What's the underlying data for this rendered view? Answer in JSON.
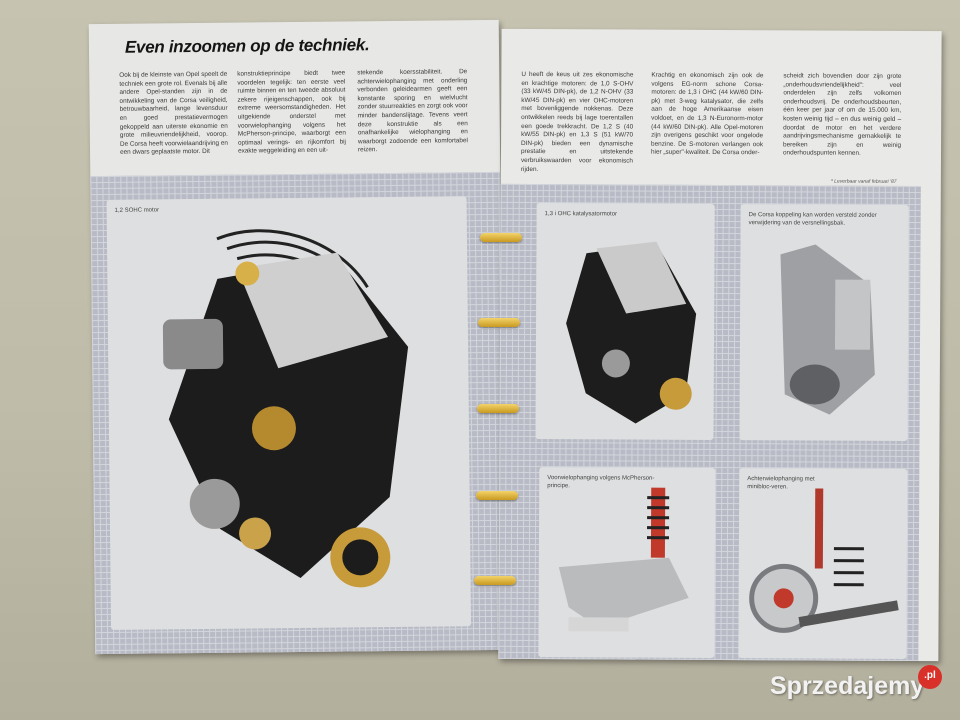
{
  "left_page": {
    "title": "Even inzoomen op de techniek.",
    "columns": [
      "Ook bij de kleinste van Opel speelt de techniek een grote rol. Evenals bij alle andere Opel-standen zijn in de ontwikkeling van de Corsa veiligheid, betrouwbaarheid, lange levensduur en goed prestatievermogen gekoppeld aan uiterste ekonomie en grote milieuvriendelijkheid, voorop. De Corsa heeft voorwielaandrijving en een dwars geplaatste motor. Dit",
      "konstruktieprincipe biedt twee voordelen tegelijk: ten eerste veel ruimte binnen en ten tweede absoluut zekere rijeigenschappen, ook bij extreme weersomstandigheden. Het uitgekiende onderstel met voorwielophanging volgens het McPherson-principe, waarborgt een optimaal verings- en rijkomfort bij exakte weggeleiding en een uit-",
      "stekende koersstabiliteit. De achterwielophanging met onderling verbonden geleidearmen geeft een konstante sporing en wielvlucht zonder stuurreakties en zorgt ook voor minder bandenslijtage. Tevens veert deze konstruktie als een onafhankelijke wielophanging en waarborgt zodoende een komfortabel reizen."
    ],
    "image_caption": "1,2 SOHC motor"
  },
  "right_page": {
    "columns": [
      "U heeft de keus uit zes ekonomische en krachtige motoren: de 1,0 S-OHV (33 kW/45 DIN-pk), de 1,2 N-OHV (33 kW/45 DIN-pk) en vier OHC-motoren met bovenliggende nokkenas. Deze ontwikkelen reeds bij lage toerentallen een goede trekkracht. De 1,2 S (40 kW/55 DIN-pk) en 1,3 S (51 kW/70 DIN-pk) bieden een dynamische prestatie en uitstekende verbruikswaarden voor ekonomisch rijden.",
      "Krachtig en ekonomisch zijn ook de volgens EG-norm schone Corsa-motoren: de 1,3 i OHC (44 kW/60 DIN-pk) met 3-weg katalysator, die zelfs aan de hoge Amerikaanse eisen voldoet, en de 1,3 N-Euronorm-motor (44 kW/60 DIN-pk). Alle Opel-motoren zijn overigens geschikt voor ongelode benzine. De S-motoren verlangen ook hier „super\"-kwaliteit. De Corsa onder-",
      "scheidt zich bovendien door zijn grote „onderhoudsvriendelijkheid\": veel onderdelen zijn zelfs volkomen onderhoudsvrij. De onderhoudsbeurten, één keer per jaar of om de 15.000 km, kosten weinig tijd – en dus weinig geld – doordat de motor en het verdere aandrijvingsmechanisme gemakkelijk te bereiken zijn en weinig onderhoudspunten kennen."
    ],
    "footnote": "* Leverbaar vanaf februari '87",
    "captions": [
      "1,3 i OHC katalysatormotor",
      "De Corsa koppeling kan worden versteld zonder verwijdering van de versnellingsbak.",
      "Voorwielophanging volgens McPherson-principe.",
      "Achterwielophanging met minibloc-veren."
    ]
  },
  "watermark": {
    "brand": "Sprzedajemy",
    "suffix": ".pl",
    "suffix_color": "#d9302a"
  },
  "colors": {
    "binder_ring": "#e8c04a",
    "grid": "#b8bbc5",
    "page": "#e7e7e5"
  }
}
